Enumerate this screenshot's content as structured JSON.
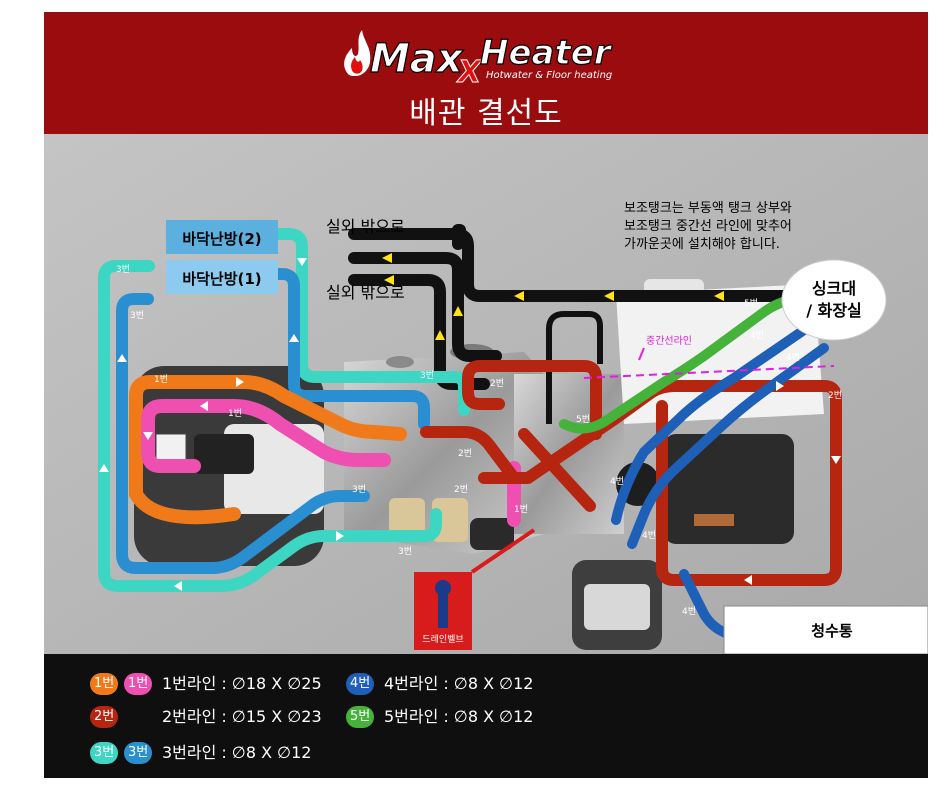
{
  "brand": {
    "name_part1": "Max",
    "name_part2": "Heater",
    "tagline": "Hotwater & Floor heating"
  },
  "title": "배관 결선도",
  "colors": {
    "header_bg": "#9b0c0f",
    "line1_orange": "#f07a1a",
    "line1_pink": "#f04fb2",
    "line2_red": "#b5250f",
    "line3_teal": "#3dd6c2",
    "line3_blue": "#2a8fd0",
    "line4_blue": "#1e5fb8",
    "line5_green": "#45b23a",
    "exhaust_black": "#111111",
    "arrow_yellow": "#ffe21a"
  },
  "diagram": {
    "labels": {
      "floor_heating_2": "바닥난방(2)",
      "floor_heating_1": "바닥난방(1)",
      "outdoor_1": "실외 밖으로",
      "outdoor_2": "실외 밖으로",
      "note_line1": "보조탱크는 부동액 탱크 상부와",
      "note_line2": "보조탱크 중간선 라인에 맞추어",
      "note_line3": "가까운곳에 설치해야 합니다.",
      "midline": "중간선라인",
      "sink_line1": "싱크대",
      "sink_line2": "/ 화장실",
      "drain_valve": "드레인벨브",
      "fresh_water_tank": "청수통"
    },
    "pipe_tags": {
      "l1": "1번",
      "l2": "2번",
      "l3": "3번",
      "l4": "4번",
      "l5": "5번"
    }
  },
  "legend": [
    {
      "badges": [
        "1번",
        "1번"
      ],
      "badge_colors": [
        "#f07a1a",
        "#f04fb2"
      ],
      "text": "1번라인 : ∅18 X ∅25"
    },
    {
      "badges": [
        "4번"
      ],
      "badge_colors": [
        "#1e5fb8"
      ],
      "text": "4번라인 : ∅8 X ∅12"
    },
    {
      "badges": [
        "2번"
      ],
      "badge_colors": [
        "#b5250f"
      ],
      "text": "2번라인 : ∅15 X ∅23"
    },
    {
      "badges": [
        "5번"
      ],
      "badge_colors": [
        "#45b23a"
      ],
      "text": "5번라인 : ∅8 X ∅12"
    },
    {
      "badges": [
        "3번",
        "3번"
      ],
      "badge_colors": [
        "#3dd6c2",
        "#2a8fd0"
      ],
      "text": "3번라인 : ∅8 X ∅12"
    }
  ]
}
